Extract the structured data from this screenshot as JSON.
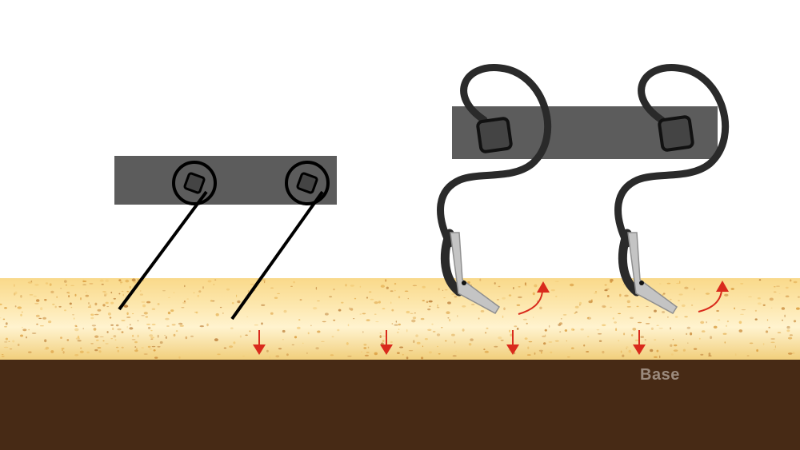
{
  "labels": {
    "base": "Base"
  },
  "colors": {
    "sky": "#ffffff",
    "loose_soil": "#f7d37a",
    "soil_highlight": "#fff1c6",
    "base_layer": "#472a15",
    "frame_bar": "#5c5c5c",
    "tine_stroke": "#2a2a2a",
    "shoe": "#c4c4c4",
    "arrow": "#d92a1c"
  },
  "elements": {
    "left_group": {
      "type": "straight-tines",
      "tine_count": 2
    },
    "right_group": {
      "type": "spring-s-tines",
      "tine_count": 2
    },
    "compaction_arrows": {
      "direction": "down",
      "count": 4
    },
    "lift_arrows": {
      "direction": "up-curved",
      "count": 2
    }
  }
}
